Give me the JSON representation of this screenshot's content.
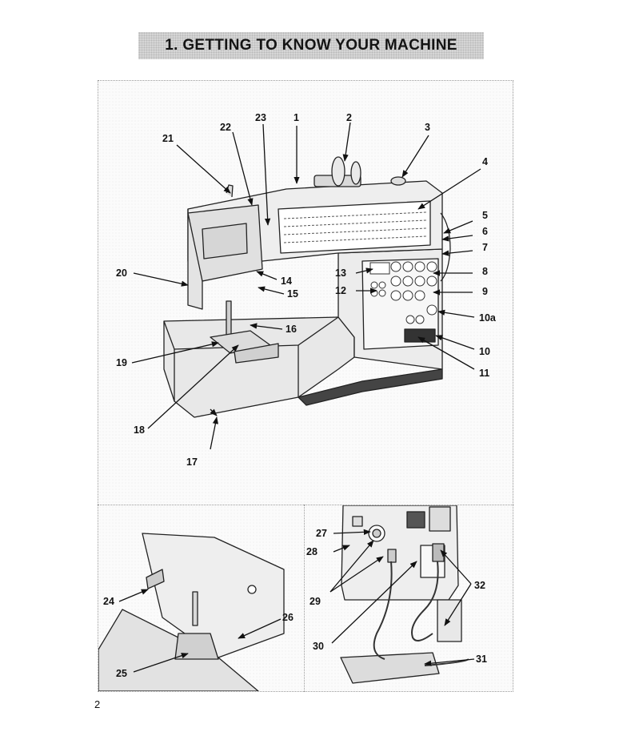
{
  "header": {
    "title": "1. GETTING TO KNOW YOUR MACHINE"
  },
  "main_figure": {
    "callouts": [
      "1",
      "2",
      "3",
      "4",
      "5",
      "6",
      "7",
      "8",
      "9",
      "10a",
      "10",
      "11",
      "12",
      "13",
      "14",
      "15",
      "16",
      "17",
      "18",
      "19",
      "20",
      "21",
      "22",
      "23"
    ]
  },
  "presser_figure": {
    "callouts": [
      "24",
      "25",
      "26"
    ]
  },
  "connection_figure": {
    "callouts": [
      "27",
      "28",
      "29",
      "30",
      "31",
      "32"
    ]
  },
  "footer": {
    "page_number": "2"
  }
}
